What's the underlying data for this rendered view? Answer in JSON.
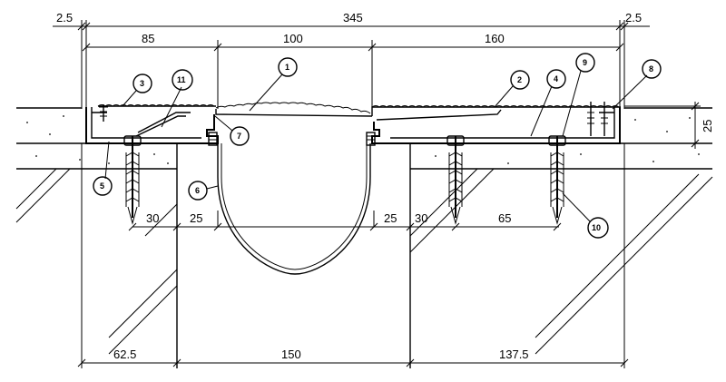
{
  "top_dimensions": {
    "left_gap": "2.5",
    "overall": "345",
    "right_gap": "2.5",
    "left_plate": "85",
    "center_plate": "100",
    "right_plate": "160"
  },
  "side_dimension": "25",
  "anchor_dimensions": {
    "left_offset": "30",
    "left_edge": "25",
    "right_edge": "25",
    "right_offset": "30",
    "right_spacing": "65"
  },
  "bottom_dimensions": {
    "left": "62.5",
    "center": "150",
    "right": "137.5"
  },
  "callouts": [
    "1",
    "2",
    "3",
    "4",
    "5",
    "6",
    "7",
    "8",
    "9",
    "10",
    "11"
  ]
}
